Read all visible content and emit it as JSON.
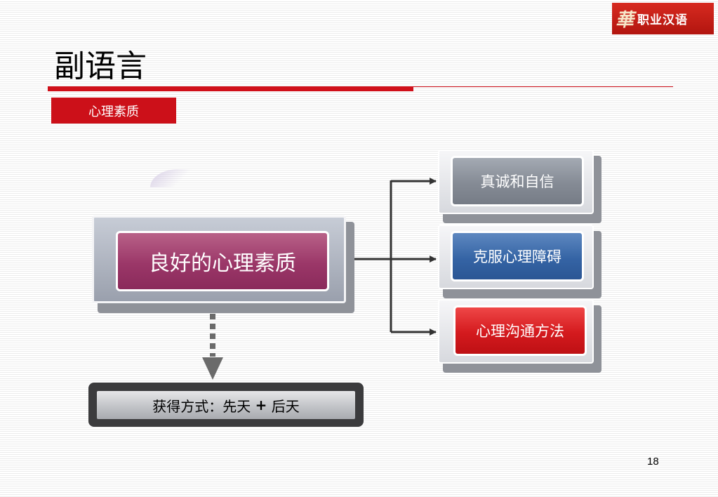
{
  "logo": {
    "glyph": "華",
    "text": "职业汉语"
  },
  "title": "副语言",
  "section_label": "心理素质",
  "diagram": {
    "main": "良好的心理素质",
    "branches": [
      {
        "label": "真诚和自信",
        "color": "grey"
      },
      {
        "label": "克服心理障碍",
        "color": "blue"
      },
      {
        "label": "心理沟通方法",
        "color": "red"
      }
    ],
    "bottom": {
      "prefix": "获得方式：先天 ",
      "plus": "+",
      "suffix": " 后天"
    }
  },
  "colors": {
    "accent_red": "#d0101a",
    "main_box": "#9b3768",
    "branch_grey": "#858b95",
    "branch_blue": "#3564a5",
    "branch_red": "#d41a1e",
    "connector": "#333333",
    "dashed_arrow": "#6b6b6b"
  },
  "page_number": "18"
}
